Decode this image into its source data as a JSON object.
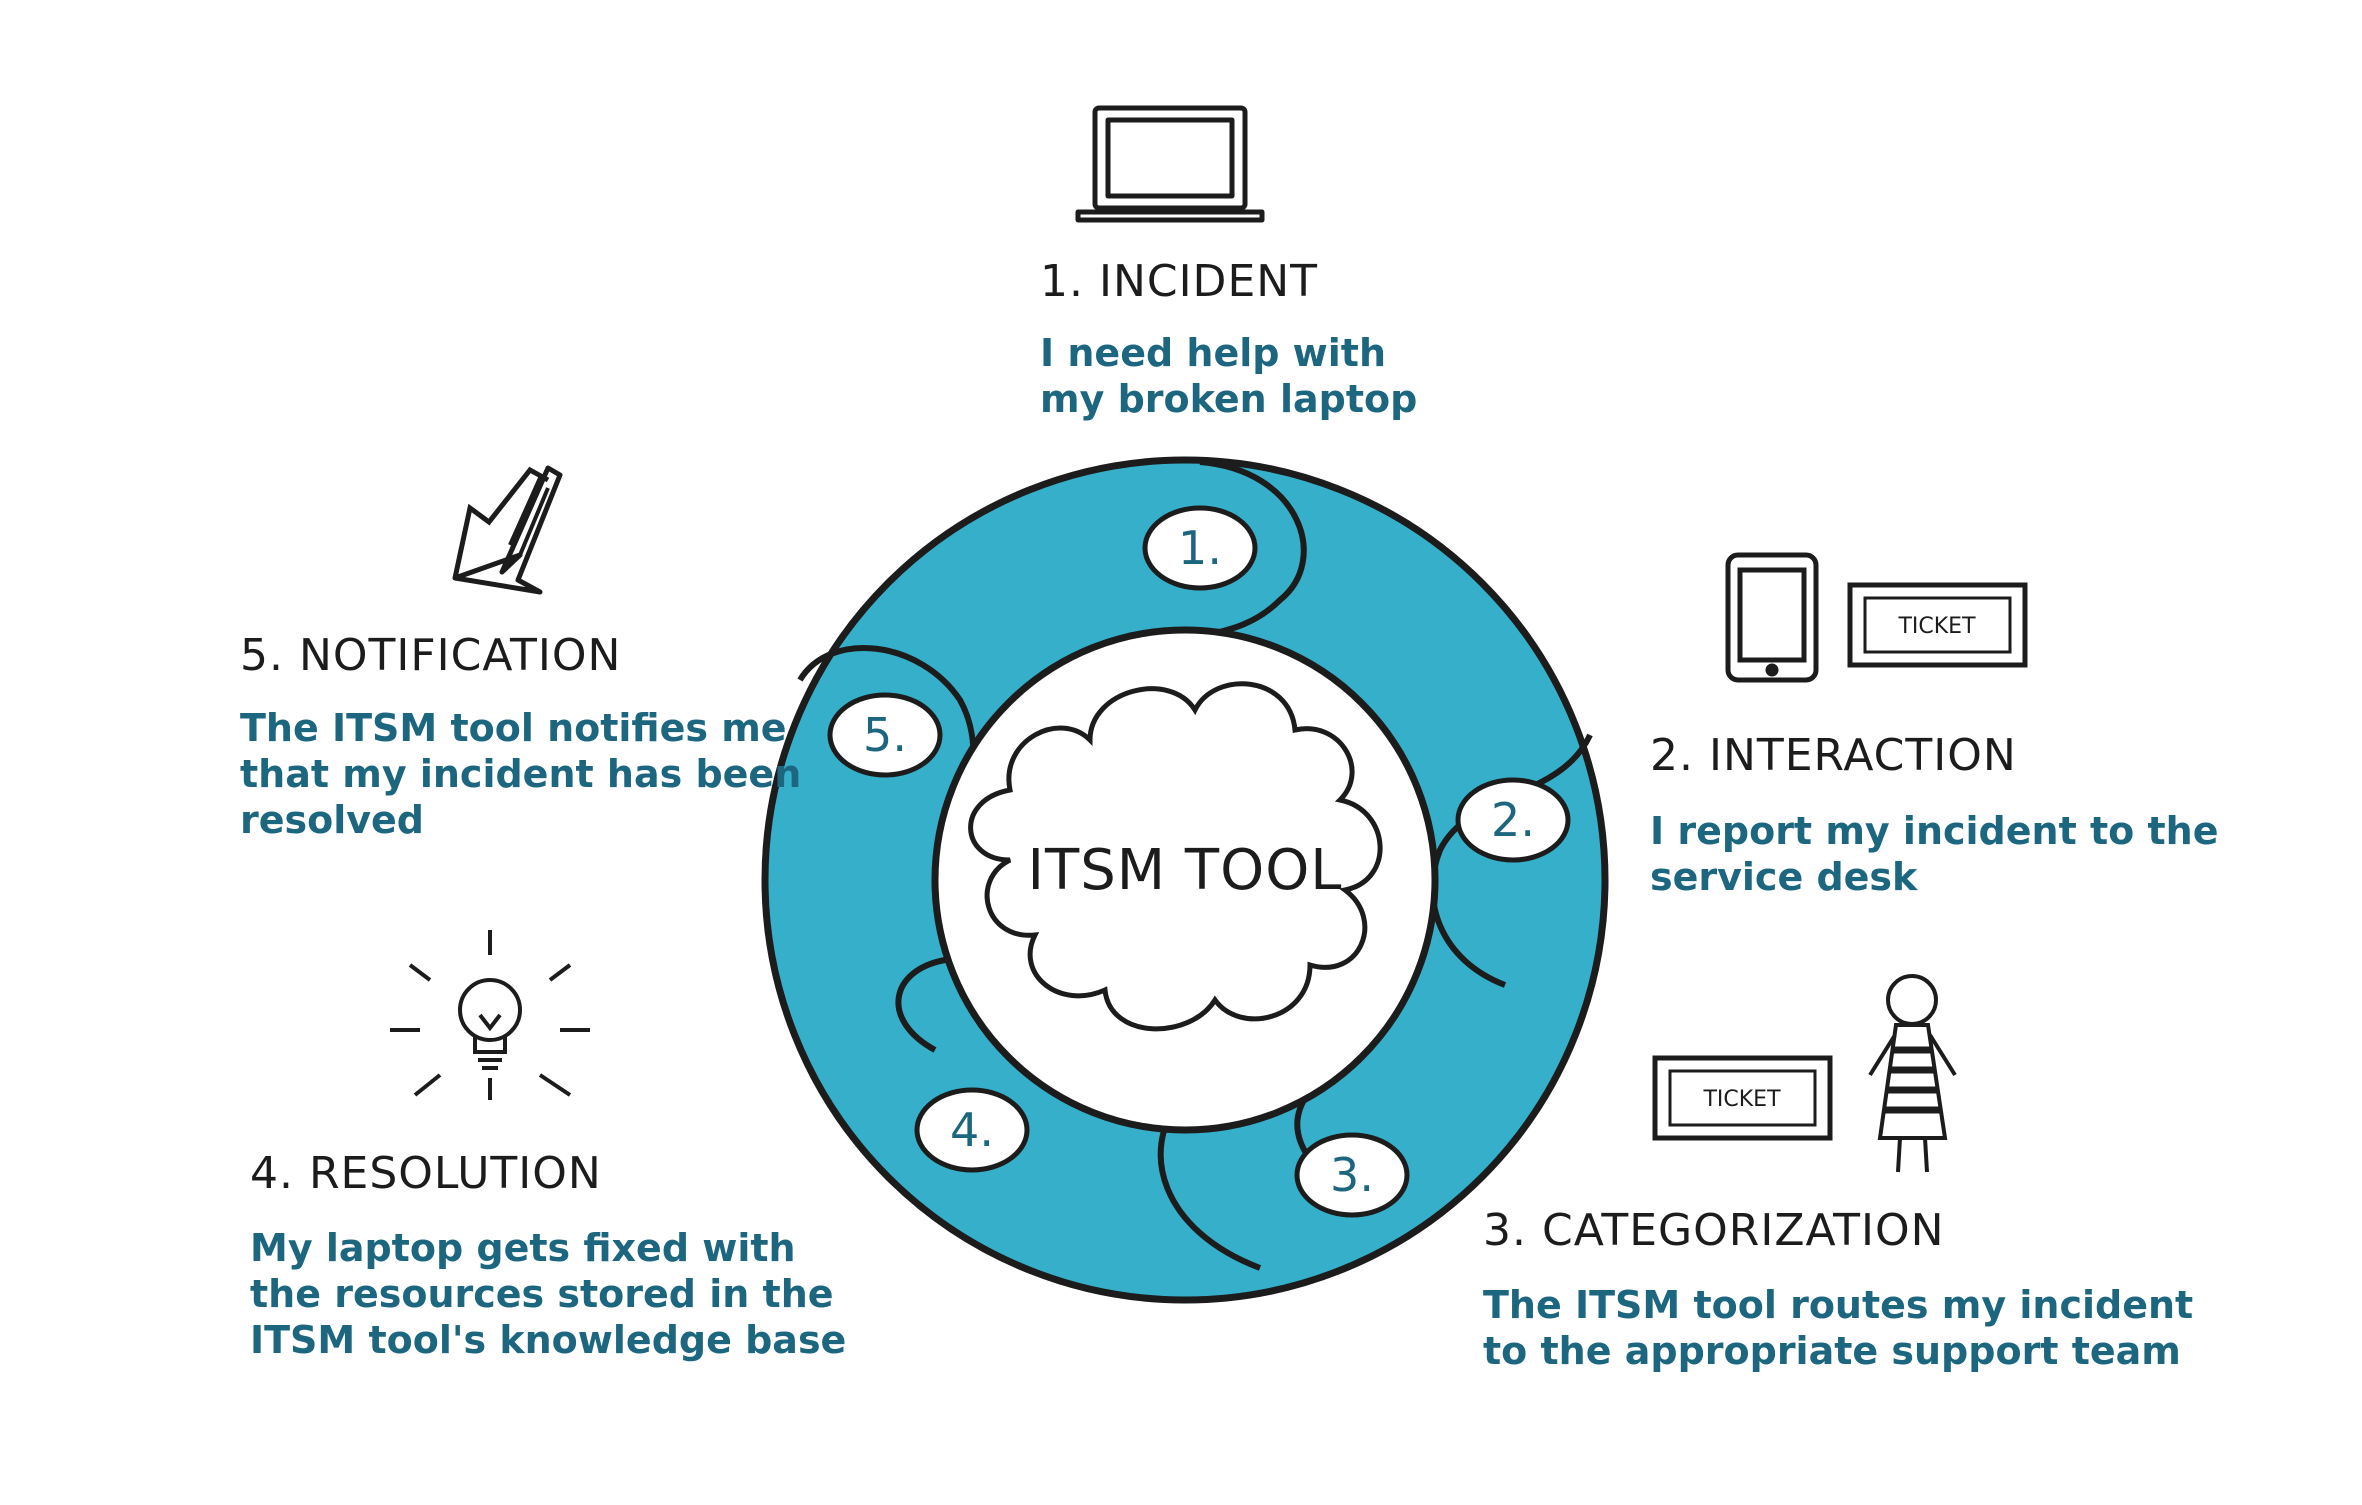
{
  "colors": {
    "ring": "#36afca",
    "ink": "#1c1c1c",
    "text_accent": "#1d6680"
  },
  "center": {
    "label": "ITSM TOOL"
  },
  "steps": [
    {
      "number": "1.",
      "title": "1. INCIDENT",
      "lines": [
        "I need help with",
        "my broken laptop"
      ],
      "icon": "laptop-icon"
    },
    {
      "number": "2.",
      "title": "2. INTERACTION",
      "lines": [
        "I report my incident to the",
        "service desk"
      ],
      "icon": "tablet-icon"
    },
    {
      "number": "3.",
      "title": "3. CATEGORIZATION",
      "lines": [
        "The ITSM tool routes my incident",
        "to the appropriate support team"
      ],
      "icon": "person-icon"
    },
    {
      "number": "4.",
      "title": "4. RESOLUTION",
      "lines": [
        "My laptop gets fixed with",
        "the resources stored in the",
        "ITSM tool's knowledge base"
      ],
      "icon": "lightbulb-icon"
    },
    {
      "number": "5.",
      "title": "5. NOTIFICATION",
      "lines": [
        "The ITSM tool notifies me",
        "that my incident has been",
        "resolved"
      ],
      "icon": "cursor-arrow-icon"
    }
  ],
  "tickets": {
    "label": "TICKET"
  }
}
